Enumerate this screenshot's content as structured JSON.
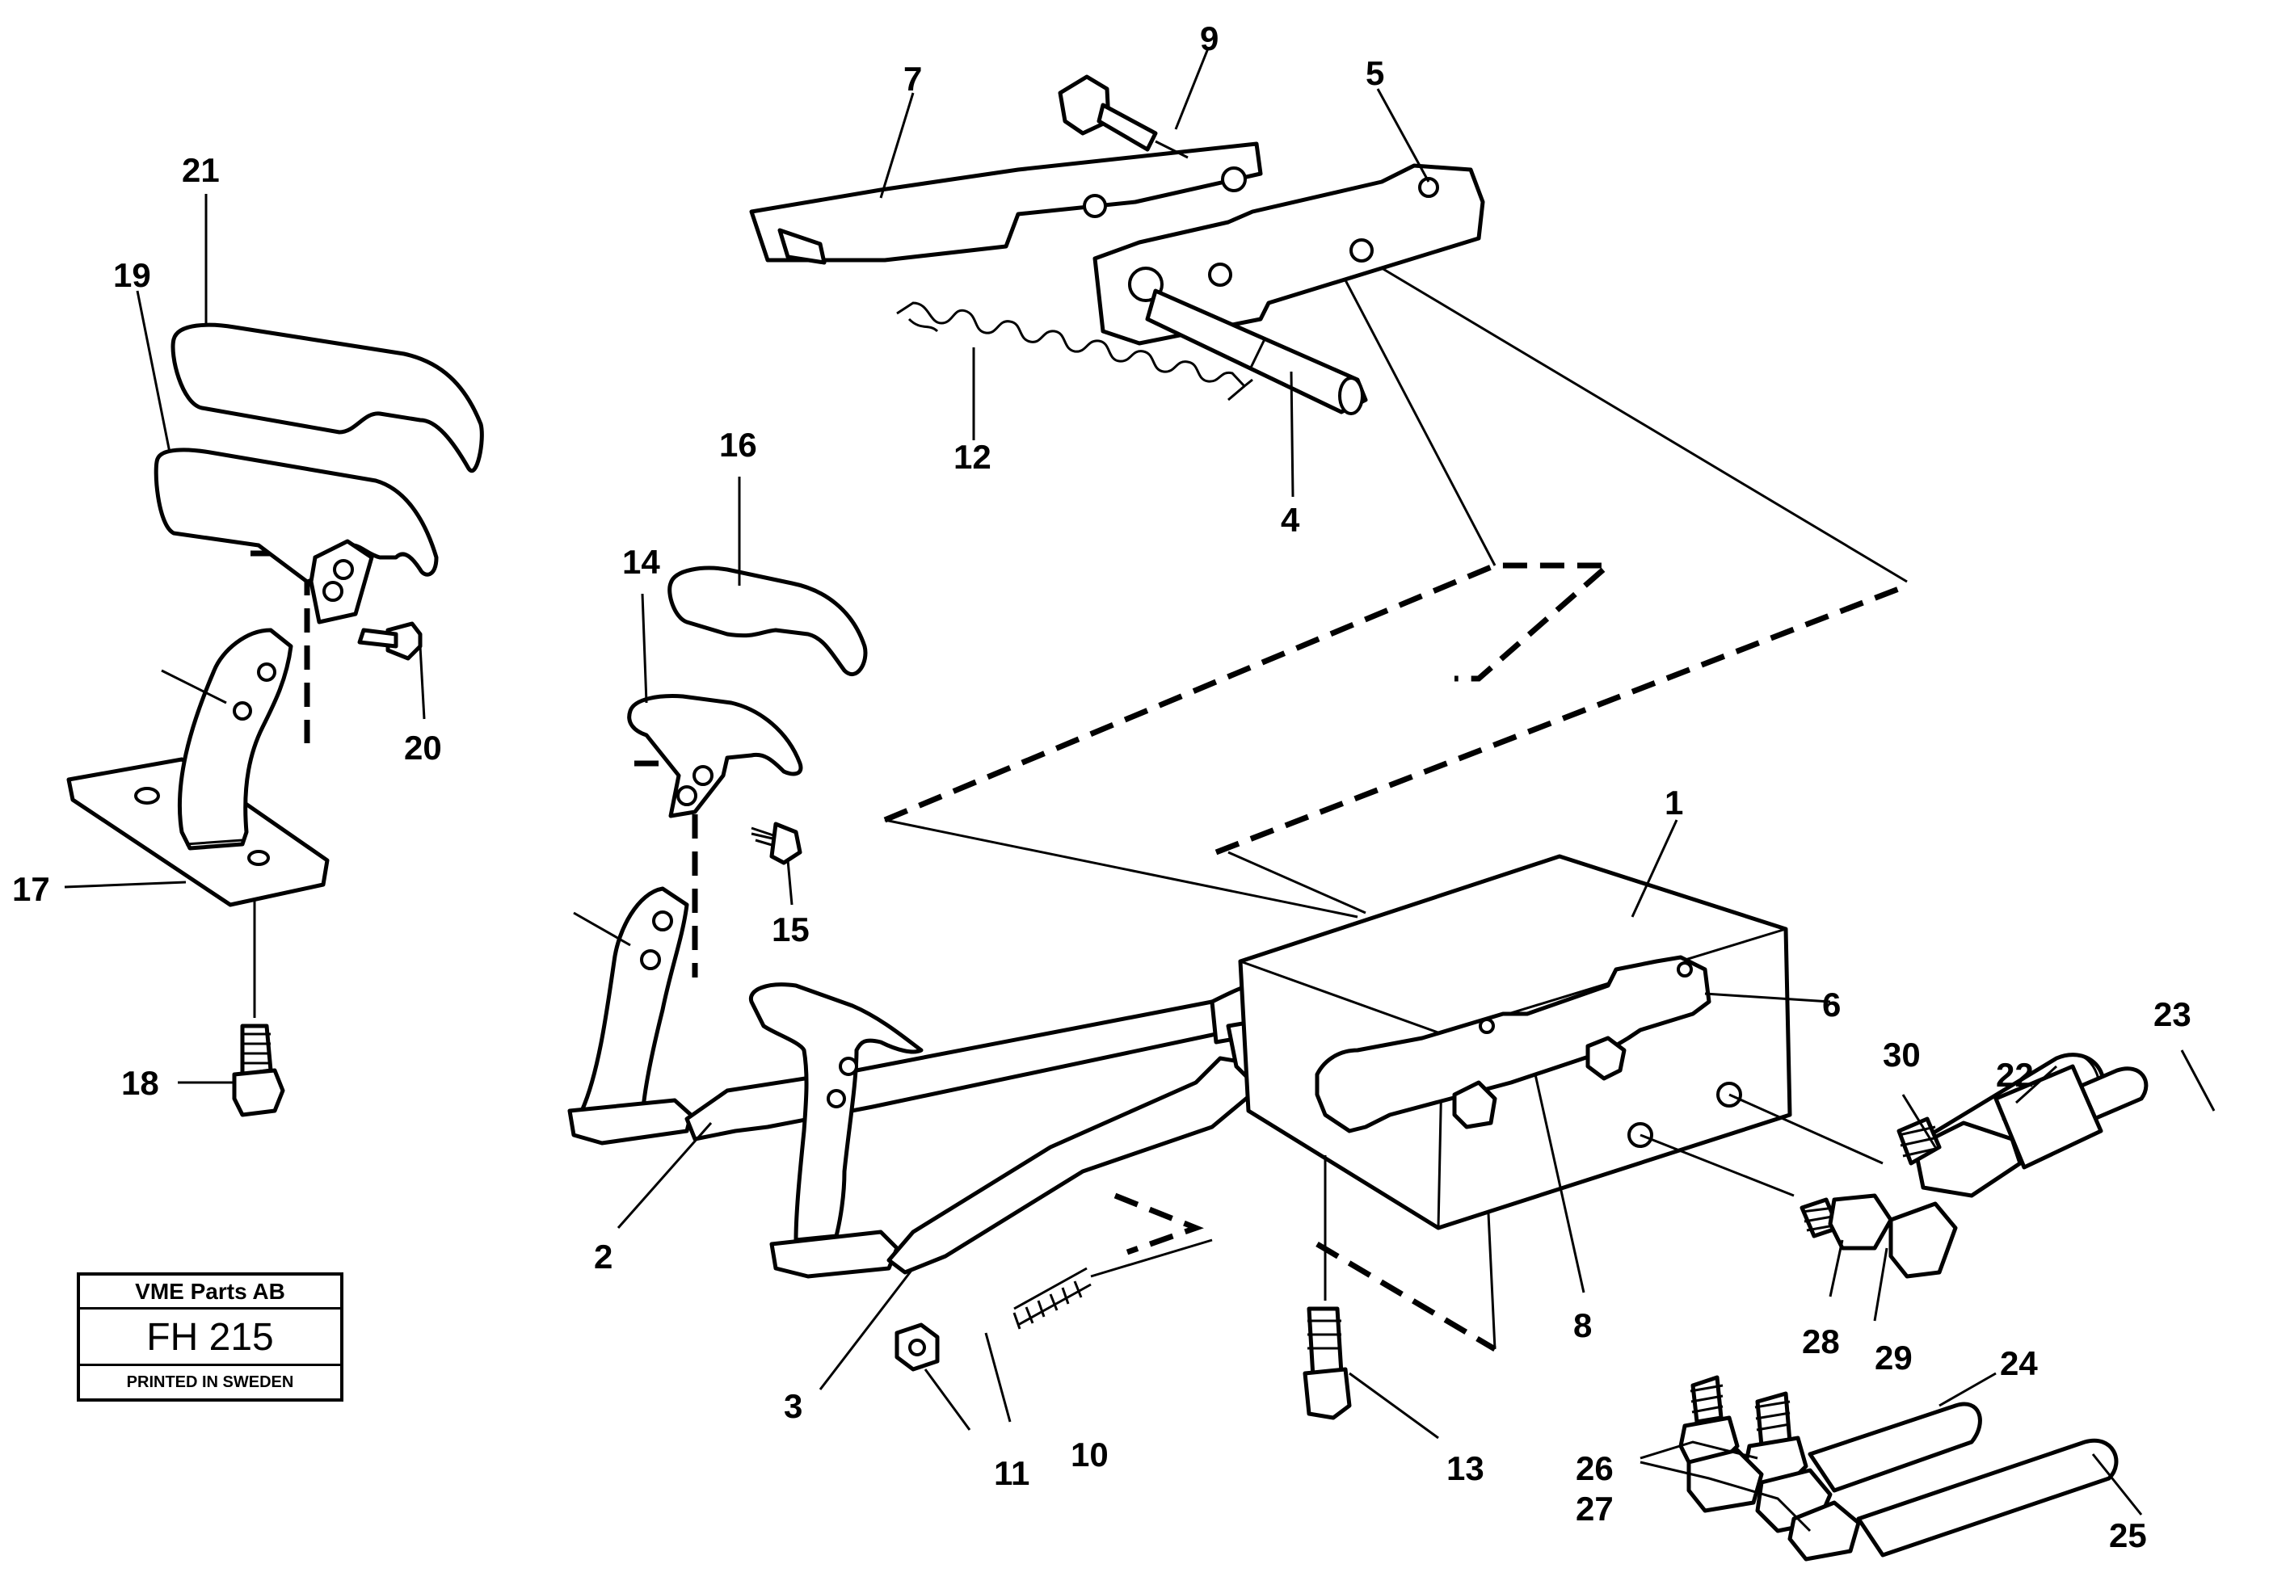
{
  "diagram": {
    "labels": {
      "l1": "1",
      "l2": "2",
      "l3": "3",
      "l4": "4",
      "l5": "5",
      "l6": "6",
      "l7": "7",
      "l8": "8",
      "l9": "9",
      "l10": "10",
      "l11": "11",
      "l12": "12",
      "l13": "13",
      "l14": "14",
      "l15": "15",
      "l16": "16",
      "l17": "17",
      "l18": "18",
      "l19": "19",
      "l20": "20",
      "l21": "21",
      "l22": "22",
      "l23": "23",
      "l24": "24",
      "l25": "25",
      "l26": "26",
      "l27": "27",
      "l28": "28",
      "l29": "29",
      "l30": "30"
    }
  },
  "title_block": {
    "company": "VME Parts AB",
    "code": "FH 215",
    "footer": "PRINTED IN SWEDEN"
  }
}
